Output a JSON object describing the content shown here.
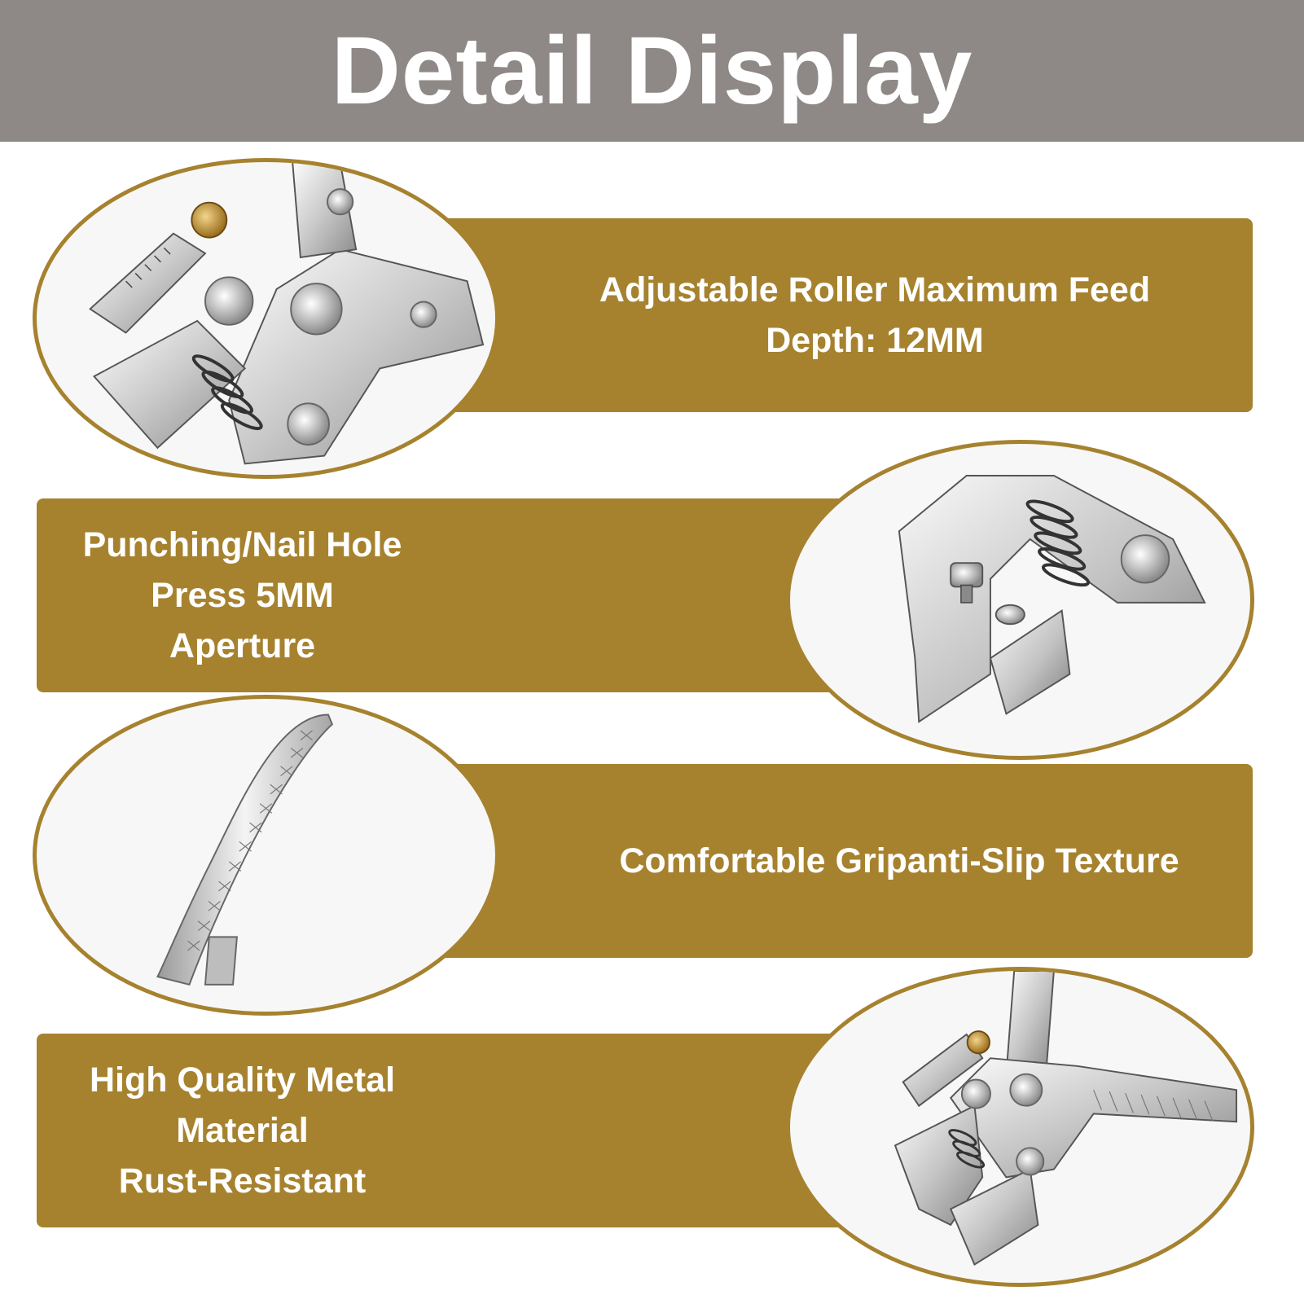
{
  "header": {
    "title": "Detail Display"
  },
  "colors": {
    "header_bg": "#8e8886",
    "gold": "#a6822f",
    "text": "#ffffff"
  },
  "features": [
    {
      "line1": "Adjustable Roller Maximum Feed",
      "line2": "Depth: 12MM",
      "image": "roller-closeup"
    },
    {
      "line1": "Punching/Nail Hole Press 5MM",
      "line2": "Aperture",
      "image": "punch-head-closeup"
    },
    {
      "line1": "Comfortable Gripanti-Slip Texture",
      "line2": "",
      "image": "handle-closeup"
    },
    {
      "line1": "High Quality Metal Material",
      "line2": "Rust-Resistant",
      "image": "pliers-overview"
    }
  ]
}
